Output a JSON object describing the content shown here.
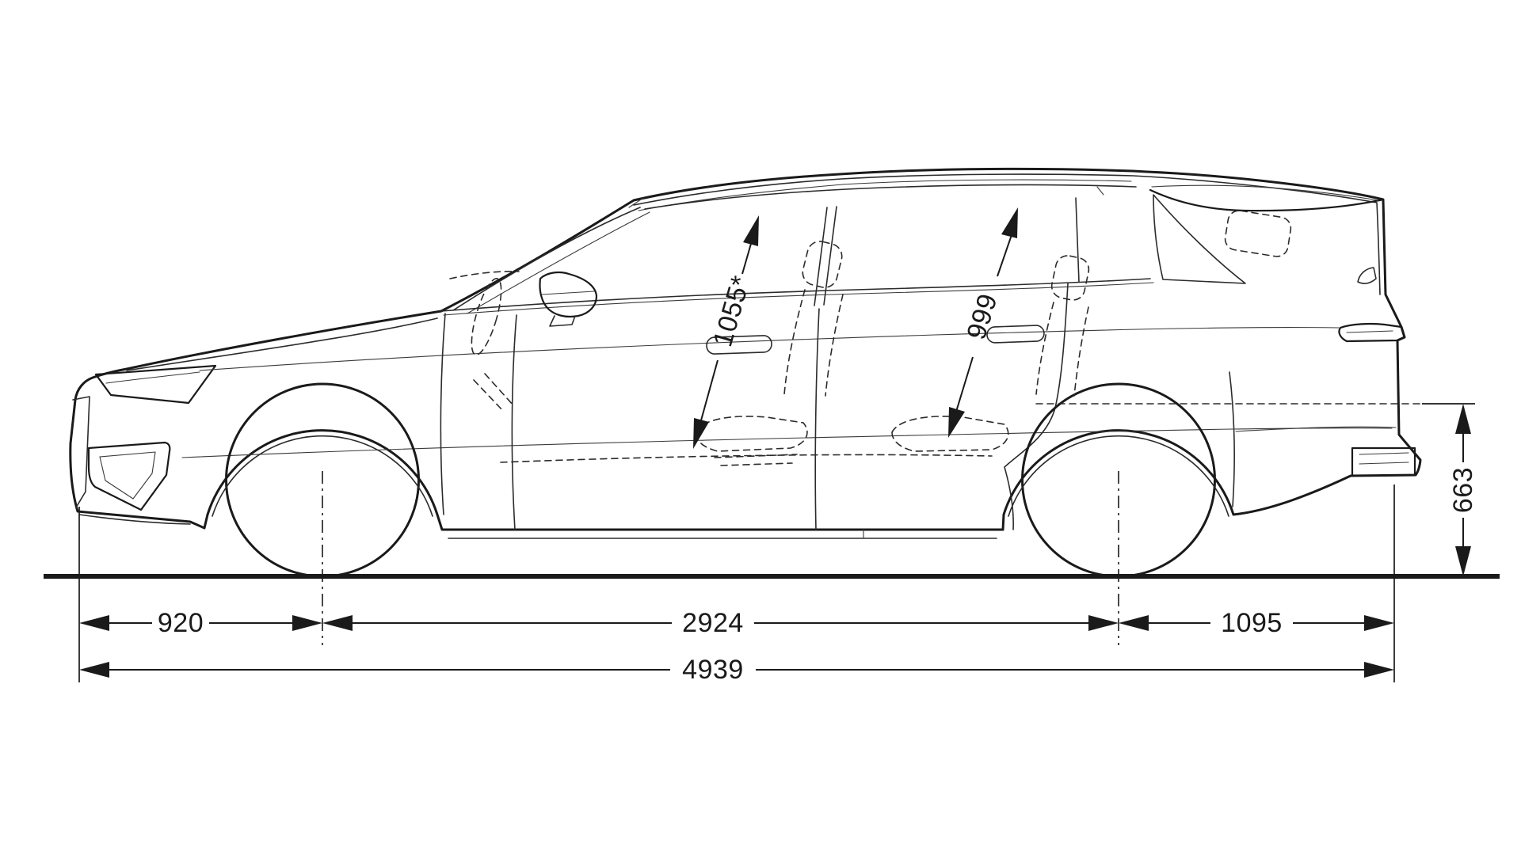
{
  "diagram": {
    "kind": "vehicle-side-view-dimension-drawing",
    "units": "mm"
  },
  "dimensions": {
    "front_overhang": "920",
    "wheelbase": "2924",
    "rear_overhang": "1095",
    "overall_length": "4939",
    "sill_height": "663",
    "front_headroom": "1055*",
    "rear_headroom": "999"
  },
  "colors": {
    "line": "#1a1a1a",
    "background": "#ffffff",
    "text": "#1a1a1a"
  }
}
